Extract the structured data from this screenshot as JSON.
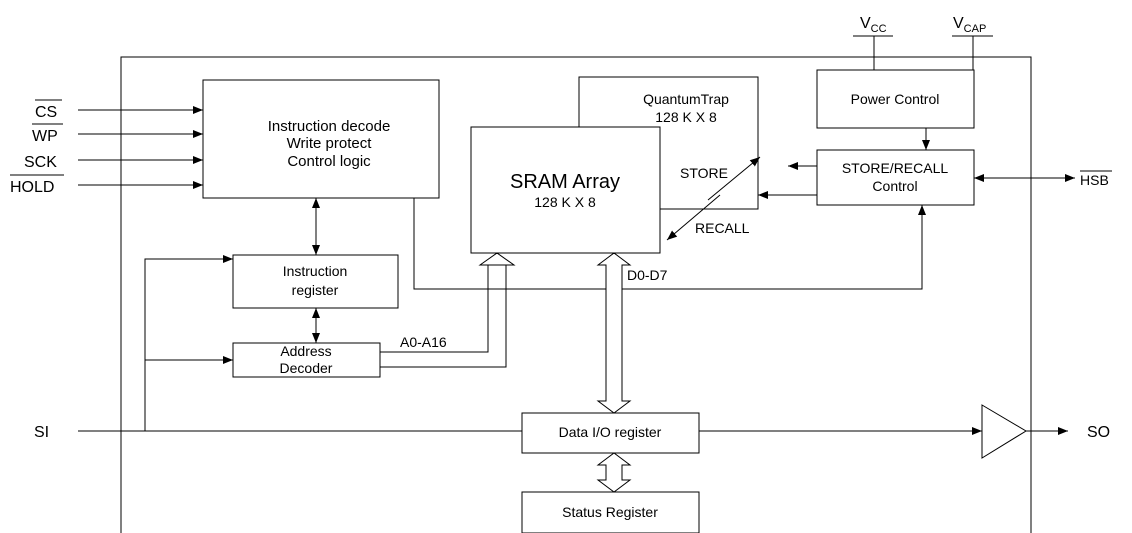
{
  "pins": {
    "cs": "CS",
    "wp": "WP",
    "sck": "SCK",
    "hold": "HOLD",
    "si": "SI",
    "so": "SO",
    "hsb": "HSB",
    "vcc": "V",
    "vcc_sub": "CC",
    "vcap": "V",
    "vcap_sub": "CAP"
  },
  "blocks": {
    "instruction_decode": [
      "Instruction decode",
      "Write protect",
      "Control logic"
    ],
    "quantum_trap": [
      "QuantumTrap",
      "128 K X 8"
    ],
    "sram_array": [
      "SRAM Array",
      "128 K X 8"
    ],
    "power_control": "Power Control",
    "store_recall_control": [
      "STORE/RECALL",
      "Control"
    ],
    "instruction_register": [
      "Instruction",
      "register"
    ],
    "address_decoder": [
      "Address",
      "Decoder"
    ],
    "data_io_register": "Data I/O register",
    "status_register": "Status Register"
  },
  "signals": {
    "store": "STORE",
    "recall": "RECALL",
    "address_bus": "A0-A16",
    "data_bus": "D0-D7"
  }
}
